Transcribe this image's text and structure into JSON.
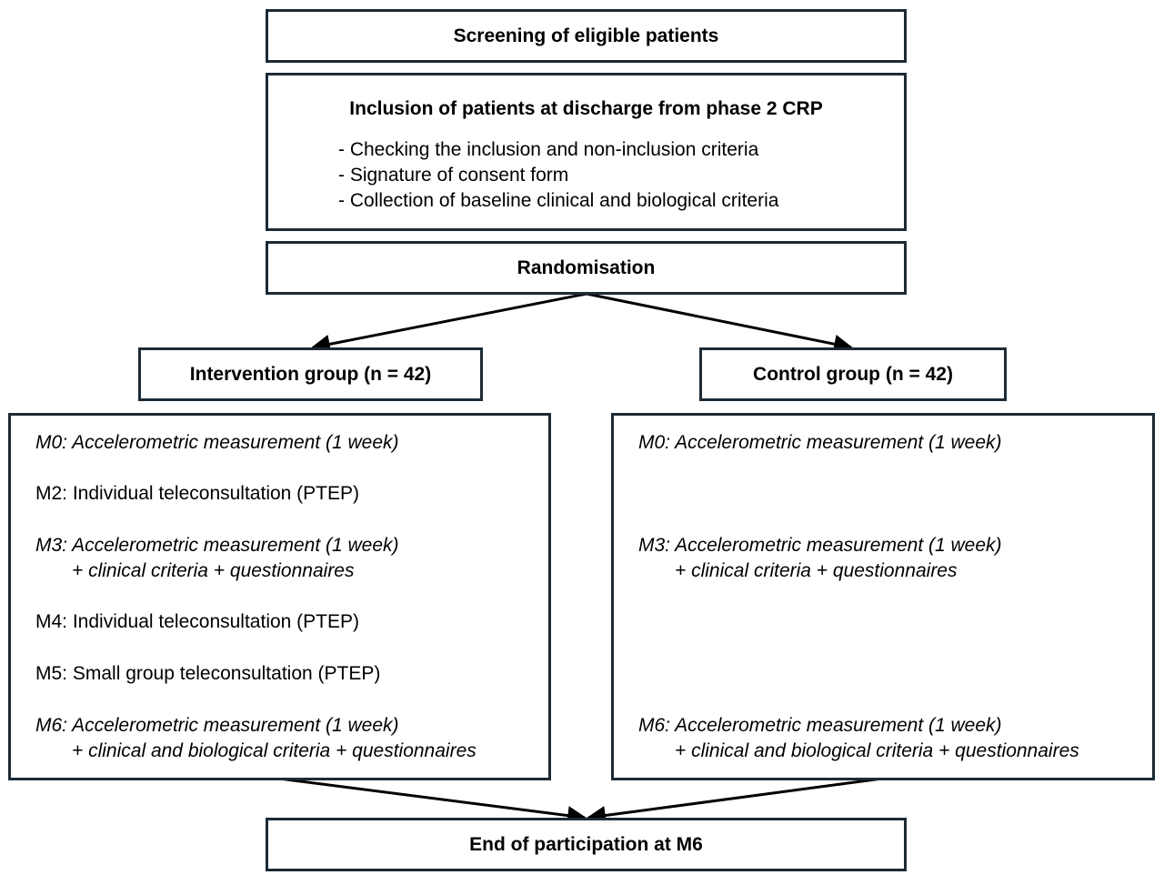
{
  "screening": "Screening of eligible patients",
  "inclusion": {
    "title": "Inclusion of patients at discharge from phase 2 CRP",
    "items": [
      "- Checking the inclusion and non-inclusion criteria",
      "- Signature of consent form",
      "- Collection of baseline clinical and biological criteria"
    ]
  },
  "randomisation": "Randomisation",
  "intervention": {
    "title": "Intervention group (n = 42)",
    "steps": [
      {
        "prefix": "M0:",
        "line1": " Accelerometric measurement (1 week)",
        "line2": ""
      },
      {
        "prefix": "M2:",
        "line1": " Individual teleconsultation (PTEP)",
        "line2": ""
      },
      {
        "prefix": "M3:",
        "line1": " Accelerometric measurement (1 week)",
        "line2": "+ clinical criteria + questionnaires"
      },
      {
        "prefix": "M4:",
        "line1": " Individual teleconsultation (PTEP)",
        "line2": ""
      },
      {
        "prefix": "M5:",
        "line1": " Small group teleconsultation (PTEP)",
        "line2": ""
      },
      {
        "prefix": "M6:",
        "line1": " Accelerometric measurement (1 week)",
        "line2": "+ clinical and biological criteria + questionnaires"
      }
    ]
  },
  "control": {
    "title": "Control group (n = 42)",
    "steps": [
      {
        "prefix": "M0:",
        "line1": " Accelerometric measurement (1 week)",
        "line2": ""
      },
      {
        "prefix": "M3:",
        "line1": " Accelerometric measurement (1 week)",
        "line2": "+ clinical criteria + questionnaires"
      },
      {
        "prefix": "M6:",
        "line1": " Accelerometric measurement (1 week)",
        "line2": "+ clinical and biological criteria + questionnaires"
      }
    ]
  },
  "end": "End of participation at M6",
  "colors": {
    "border": "#1c2b36",
    "arrow": "#000000"
  }
}
